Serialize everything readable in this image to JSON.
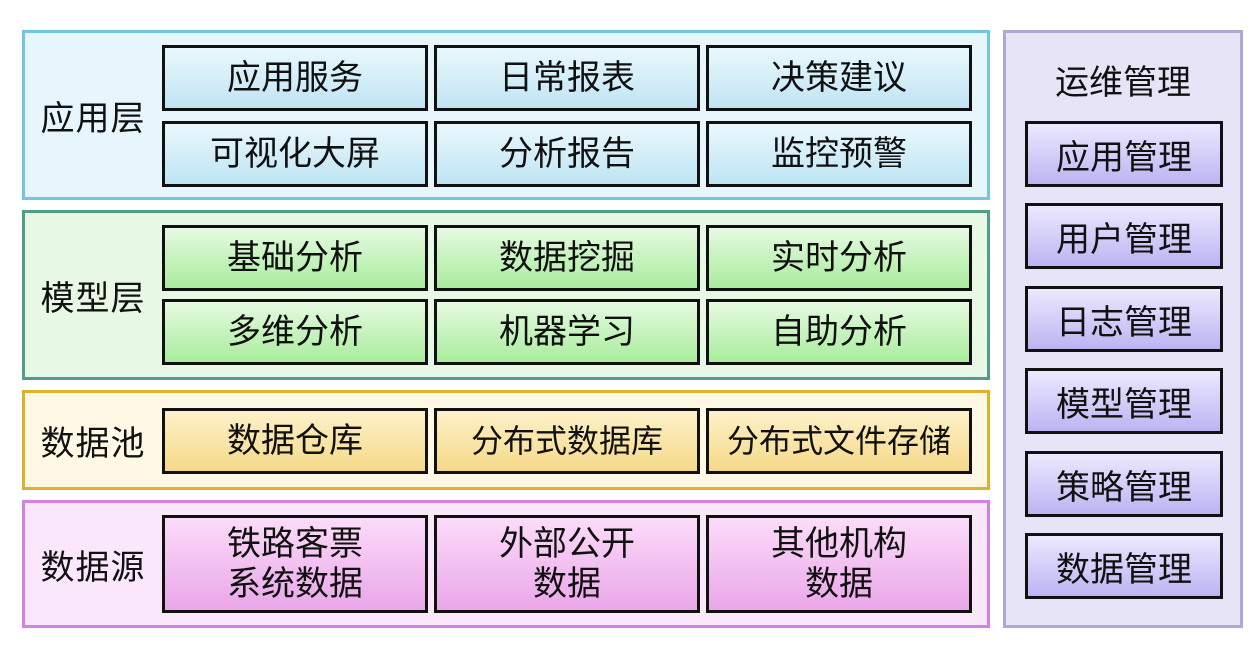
{
  "layers": [
    {
      "label": "应用层",
      "rows": [
        [
          "应用服务",
          "日常报表",
          "决策建议"
        ],
        [
          "可视化大屏",
          "分析报告",
          "监控预警"
        ]
      ]
    },
    {
      "label": "模型层",
      "rows": [
        [
          "基础分析",
          "数据挖掘",
          "实时分析"
        ],
        [
          "多维分析",
          "机器学习",
          "自助分析"
        ]
      ]
    },
    {
      "label": "数据池",
      "rows": [
        [
          "数据仓库",
          "分布式数据库",
          "分布式文件存储"
        ]
      ]
    },
    {
      "label": "数据源",
      "rows": [
        [
          "铁路客票\n系统数据",
          "外部公开\n数据",
          "其他机构\n数据"
        ]
      ]
    }
  ],
  "ops": {
    "title": "运维管理",
    "items": [
      "应用管理",
      "用户管理",
      "日志管理",
      "模型管理",
      "策略管理",
      "数据管理"
    ]
  }
}
